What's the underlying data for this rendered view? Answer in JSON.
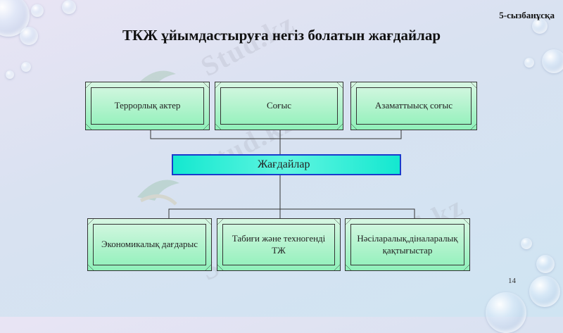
{
  "scheme_label": "5-сызбанұсқа",
  "title": "ТКЖ ұйымдастыруға негіз болатын жағдайлар",
  "watermark": "Stud.kz",
  "top_boxes": [
    "Террорлық актер",
    "Соғыс",
    "Азаматтыысқ соғыс"
  ],
  "center": "Жағдайлар",
  "bottom_boxes": [
    "Экономикалық дағдарыс",
    "Табиғи және техногенді ТЖ",
    "Нәсіларалық,діналаралық қақтығыстар"
  ],
  "page_number": "14"
}
